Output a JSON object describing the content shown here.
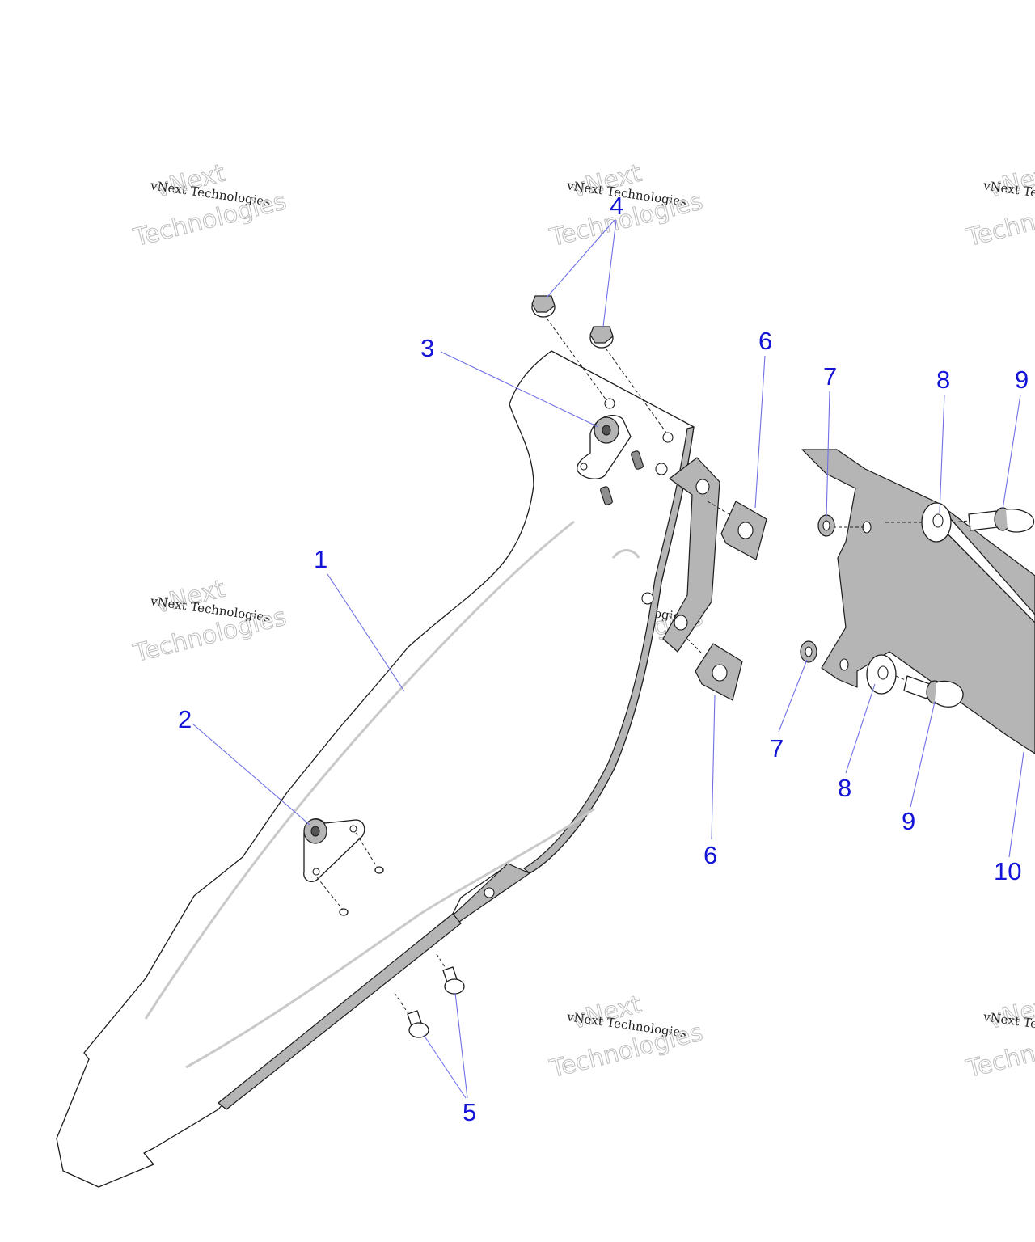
{
  "watermark": {
    "line1": "vNext",
    "line2": "vNext Technologies",
    "line3": "Technologies"
  },
  "callouts": [
    {
      "id": "c1",
      "label": "1"
    },
    {
      "id": "c2",
      "label": "2"
    },
    {
      "id": "c3",
      "label": "3"
    },
    {
      "id": "c4",
      "label": "4"
    },
    {
      "id": "c5",
      "label": "5"
    },
    {
      "id": "c6a",
      "label": "6"
    },
    {
      "id": "c6b",
      "label": "6"
    },
    {
      "id": "c7a",
      "label": "7"
    },
    {
      "id": "c7b",
      "label": "7"
    },
    {
      "id": "c8a",
      "label": "8"
    },
    {
      "id": "c8b",
      "label": "8"
    },
    {
      "id": "c9a",
      "label": "9"
    },
    {
      "id": "c9b",
      "label": "9"
    },
    {
      "id": "c10",
      "label": "10"
    }
  ],
  "colors": {
    "callout_text": "#1414d8",
    "leader_line": "#6f6fe6",
    "part_fill": "#ffffff",
    "part_shade": "#b5b5b5"
  }
}
